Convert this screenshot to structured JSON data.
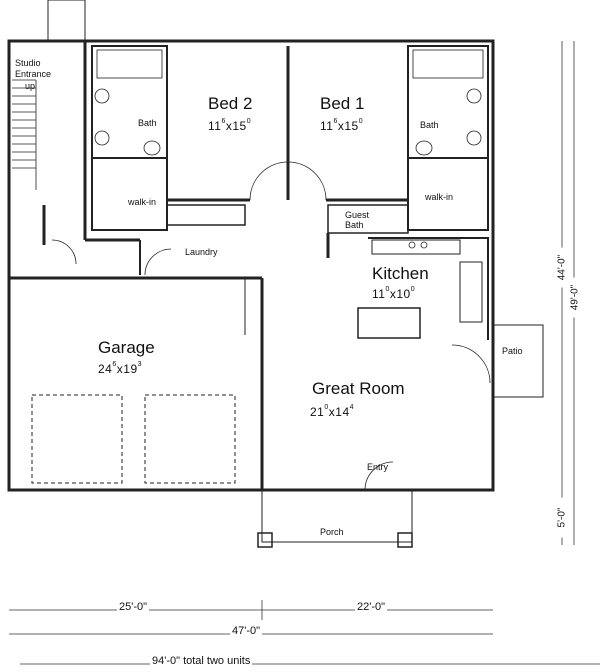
{
  "rooms": {
    "bed2": {
      "name": "Bed 2",
      "w": "11",
      "w_in": "6",
      "d": "15",
      "d_in": "0"
    },
    "bed1": {
      "name": "Bed 1",
      "w": "11",
      "w_in": "6",
      "d": "15",
      "d_in": "0"
    },
    "kitchen": {
      "name": "Kitchen",
      "w": "11",
      "w_in": "0",
      "d": "10",
      "d_in": "0"
    },
    "garage": {
      "name": "Garage",
      "w": "24",
      "w_in": "6",
      "d": "19",
      "d_in": "3"
    },
    "great_room": {
      "name": "Great Room",
      "w": "21",
      "w_in": "0",
      "d": "14",
      "d_in": "4"
    }
  },
  "labels": {
    "studio_entrance": "Studio\nEntrance",
    "studio_line1": "Studio",
    "studio_line2": "Entrance",
    "up": "up",
    "bath_left": "Bath",
    "bath_right": "Bath",
    "walkin_left": "walk-in",
    "walkin_right": "walk-in",
    "guest_bath_line1": "Guest",
    "guest_bath_line2": "Bath",
    "laundry": "Laundry",
    "patio": "Patio",
    "entry": "Entry",
    "porch": "Porch"
  },
  "dimensions": {
    "left_width": "25'-0\"",
    "right_width": "22'-0\"",
    "total_width": "47'-0\"",
    "two_units": "94'-0\" total two units",
    "depth_main": "44'-0\"",
    "depth_total": "49'-0\"",
    "porch_depth": "5'-0\""
  }
}
